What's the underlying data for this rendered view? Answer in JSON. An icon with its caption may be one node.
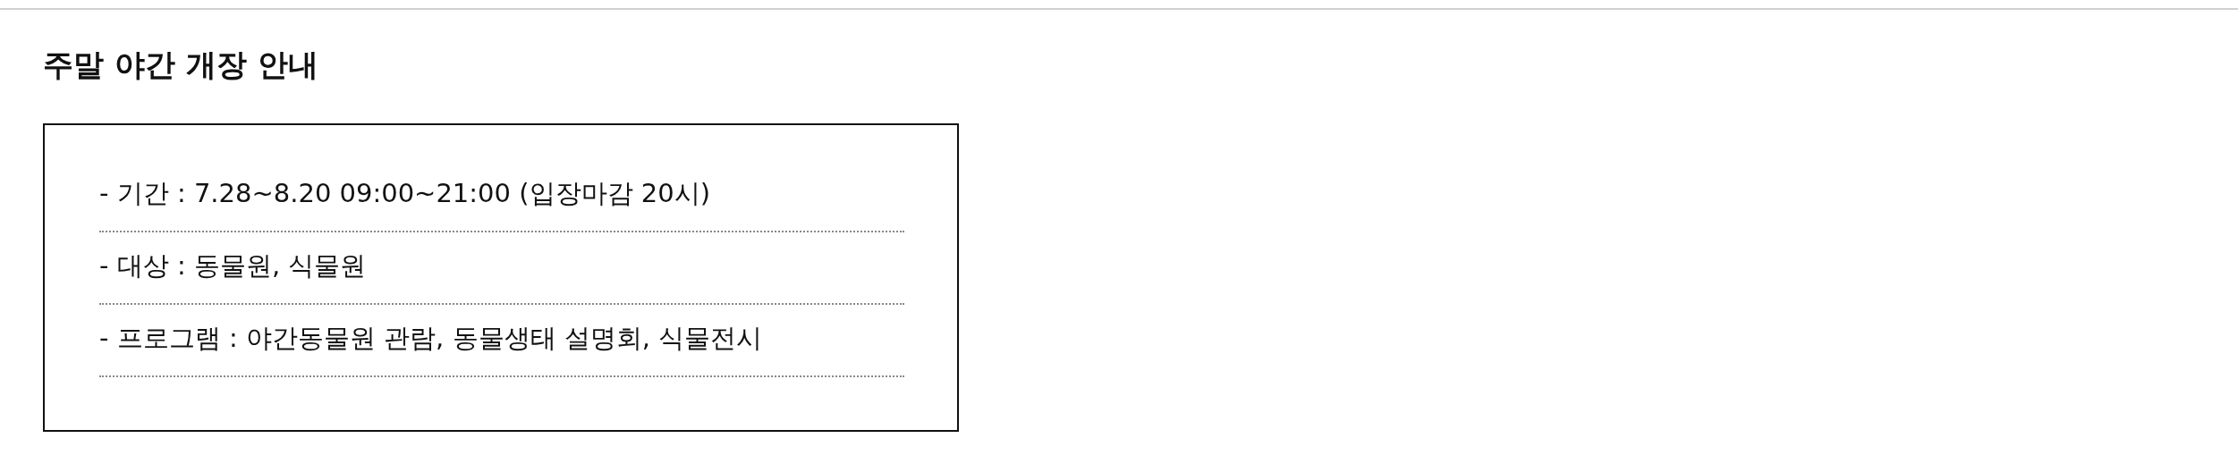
{
  "diagram": {
    "title": "주말 야간 개장 안내",
    "nodes": [
      {
        "text": [
          "- 기간 : 7.28~8.20 09:00~21:00 (입장마감 20시)",
          "- 대상 : 동물원, 식물원",
          "- 프로그램 : 야간동물원 관람, 동물생태 설명회, 식물전시"
        ]
      }
    ]
  }
}
